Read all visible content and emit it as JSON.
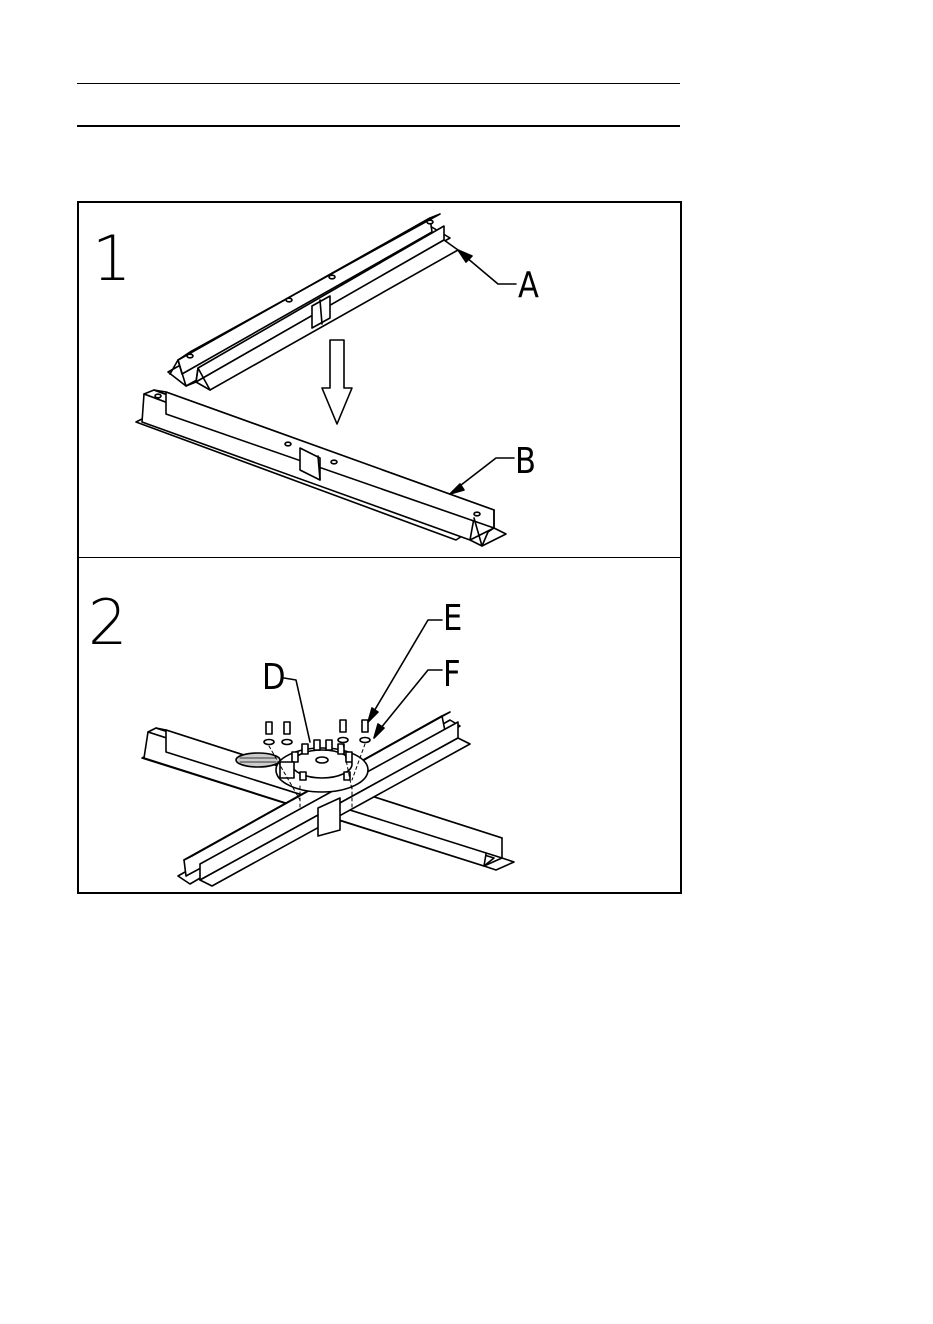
{
  "steps": [
    {
      "number": "1",
      "callouts": [
        "A",
        "B"
      ]
    },
    {
      "number": "2",
      "callouts": [
        "D",
        "E",
        "F"
      ]
    }
  ],
  "colors": {
    "line": "#000000",
    "background": "#ffffff",
    "fill_light": "#ffffff",
    "shade": "#cccccc"
  }
}
